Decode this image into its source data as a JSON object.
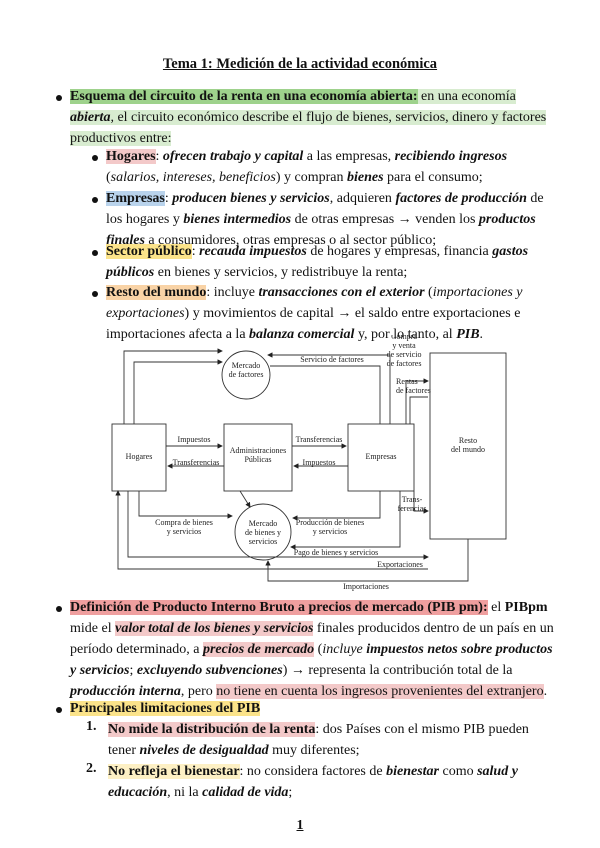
{
  "title": "Tema 1: Medición de la actividad económica",
  "s1": {
    "head": "Esquema del circuito de la renta en una economía abierta:",
    "t1": " en una economía",
    "t2": "abierta",
    "t3": ", el circuito económico describe el flujo de bienes, servicios, dinero y factores productivos entre:"
  },
  "hogares": {
    "label": "Hogares",
    "a": ": ",
    "b": "ofrecen trabajo y capital",
    "c": " a las empresas, ",
    "d": "recibiendo ingresos",
    "e": " (",
    "f": "salarios, intereses, beneficios",
    "g": ") y compran ",
    "h": "bienes",
    "i": " para el consumo;"
  },
  "empresas": {
    "label": "Empresas",
    "a": ": ",
    "b": "producen bienes y servicios",
    "c": ", adquieren ",
    "d": "factores de producción",
    "e": " de los hogares y ",
    "f": "bienes intermedios",
    "g": " de otras empresas → venden los ",
    "h": "productos finales",
    "i": " a consumidores, otras empresas o al sector público;"
  },
  "publico": {
    "label": "Sector público",
    "a": ": ",
    "b": "recauda impuestos",
    "c": " de hogares y empresas, financia ",
    "d": "gastos públicos",
    "e": " en bienes y servicios, y redistribuye la renta;"
  },
  "resto": {
    "label": "Resto del mundo",
    "a": ": incluye ",
    "b": "transacciones con el exterior",
    "c": " (",
    "d": "importaciones y exportaciones",
    "e": ") y movimientos de capital → el saldo entre exportaciones e importaciones afecta a la ",
    "f": "balanza comercial",
    "g": " y, por lo tanto, al ",
    "h": "PIB",
    "i": "."
  },
  "diagram": {
    "mercado_factores": "Mercado\nde factores",
    "servicio_factores": "Servicio de factores",
    "compra_venta": "Compra\ny venta\nde servicio\nde factores",
    "rentas_factores": "Rentas\nde factores",
    "hogares": "Hogares",
    "impuestos_top": "Impuestos",
    "transferencias_left": "Transferencias",
    "administraciones": "Administraciones\nPúblicas",
    "transferencias_right": "Transferencias",
    "impuestos_right": "Impuestos",
    "empresas": "Empresas",
    "resto_mundo": "Resto\ndel mundo",
    "transferencias_far": "Trans-\nferencias",
    "compra_bienes": "Compra de bienes\ny servicios",
    "mercado_bienes": "Mercado\nde bienes y\nservicios",
    "produccion_bienes": "Producción de bienes\ny servicios",
    "pago_bienes": "Pago de bienes y servicios",
    "exportaciones": "Exportaciones",
    "importaciones": "Importaciones"
  },
  "s2": {
    "head": "Definición de Producto Interno Bruto a precios de mercado (PIB pm):",
    "a": " el ",
    "b": "PIBpm",
    "c": " mide el ",
    "d": "valor total de los bienes y servicios",
    "e": " finales producidos dentro de un país en un período determinado, a ",
    "f": "precios de mercado",
    "g": " (",
    "h": "incluye",
    "i": " ",
    "j": "impuestos netos sobre productos y servicios",
    "k": "; ",
    "l": "excluyendo subvenciones",
    "m": ") → representa la contribución total de la ",
    "n": "producción interna",
    "o": ", pero ",
    "p": "no tiene en cuenta los ingresos provenientes del extranjero",
    "q": "."
  },
  "s3": {
    "head": "Principales limitaciones del PIB",
    "items": [
      {
        "num": "1.",
        "label": "No mide la distribución de la renta",
        "a": ": dos Países con el mismo PIB pueden tener ",
        "b": "niveles de desigualdad",
        "c": " muy diferentes;"
      },
      {
        "num": "2.",
        "label": "No refleja el bienestar",
        "a": ": no considera factores de ",
        "b": "bienestar",
        "c": " como ",
        "d": "salud y educación",
        "e": ", ni la ",
        "f": "calidad de vida",
        "g": ";"
      }
    ]
  },
  "page_number": "1"
}
